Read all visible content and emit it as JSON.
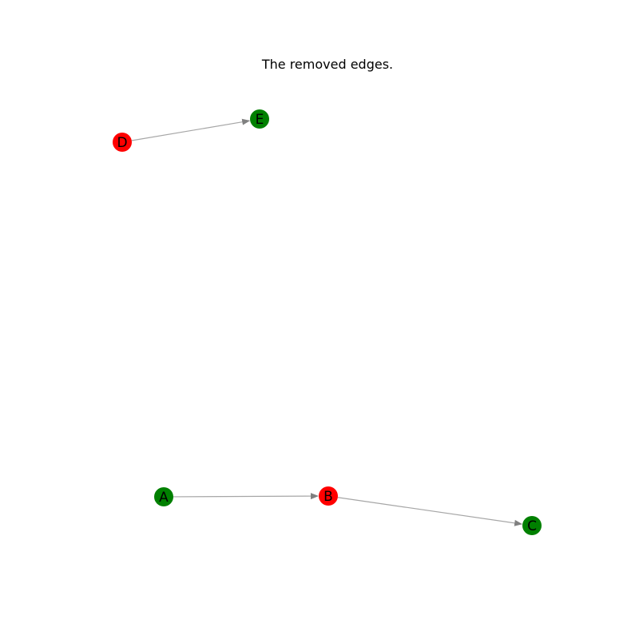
{
  "title": "The removed edges.",
  "colors": {
    "red": "#ff0000",
    "green": "#008000",
    "edge": "#a6a6a6",
    "label": "#000000"
  },
  "nodes": [
    {
      "id": "A",
      "label": "A",
      "color": "#008000"
    },
    {
      "id": "B",
      "label": "B",
      "color": "#ff0000"
    },
    {
      "id": "C",
      "label": "C",
      "color": "#008000"
    },
    {
      "id": "D",
      "label": "D",
      "color": "#ff0000"
    },
    {
      "id": "E",
      "label": "E",
      "color": "#008000"
    }
  ],
  "edges": [
    {
      "from": "A",
      "to": "B"
    },
    {
      "from": "B",
      "to": "C"
    },
    {
      "from": "D",
      "to": "E"
    }
  ]
}
